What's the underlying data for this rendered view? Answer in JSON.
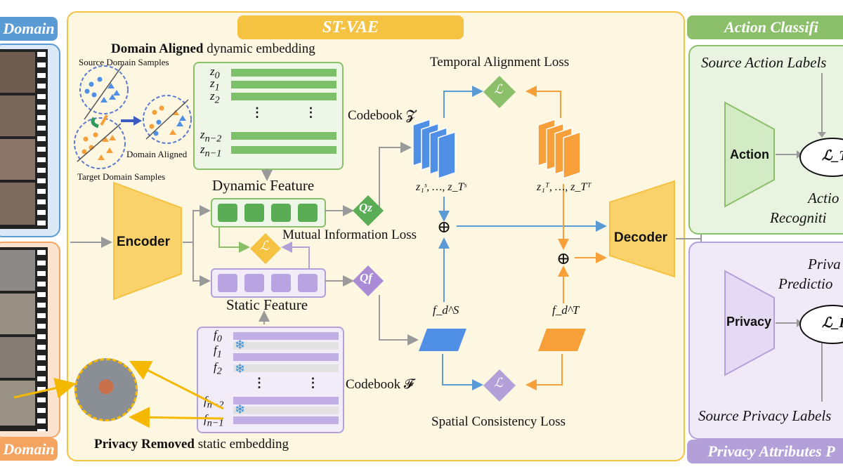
{
  "headers": {
    "left_domain_top": "Domain",
    "left_domain_bottom": "Domain",
    "stvae": "ST-VAE",
    "action_classifier": "Action Classifi",
    "privacy_attrs": "Privacy Attributes P"
  },
  "domain_align": {
    "title_bold": "Domain Aligned",
    "title_rest": " dynamic embedding",
    "source_label": "Source Domain Samples",
    "target_label": "Target Domain Samples",
    "aligned_label": "Domain Aligned"
  },
  "codebook_z": {
    "rows": [
      "z0",
      "z1",
      "z2",
      "zn-2",
      "zn-1"
    ],
    "label": "Codebook 𝓩"
  },
  "codebook_f": {
    "rows": [
      "f0",
      "f1",
      "f2",
      "fn-2",
      "fn-1"
    ],
    "label": "Codebook 𝓕"
  },
  "dynamic_feature": "Dynamic Feature",
  "static_feature": "Static Feature",
  "encoder": "Encoder",
  "decoder": "Decoder",
  "qz": "Qz",
  "qf": "Qf",
  "losses": {
    "mutual": "Mutual Information Loss",
    "temporal": "Temporal Alignment Loss",
    "spatial": "Spatial Consistency Loss",
    "symbol": "ℒ"
  },
  "seq_source": "z₁ˢ, …, z_Tˢ",
  "seq_target": "z₁ᵀ, …, z_Tᵀ",
  "fd_source": "f_d^S",
  "fd_target": "f_d^T",
  "privacy_removed_bold": "Privacy Removed",
  "privacy_removed_rest": " static embedding",
  "right": {
    "source_action_labels": "Source Action Labels",
    "action": "Action",
    "loss_t": "ℒ_T",
    "action_recognition_1": "Actio",
    "action_recognition_2": "Recogniti",
    "privacy": "Privacy",
    "loss_b": "ℒ_B",
    "privacy_pred_1": "Priva",
    "privacy_pred_2": "Predictio",
    "source_privacy_labels": "Source Privacy Labels"
  },
  "colors": {
    "blue_header": "#5b9bd5",
    "orange_header": "#f4a460",
    "gold": "#f5c242",
    "green": "#8bbf6a",
    "purple": "#b4a0d9",
    "blue_feat": "#4f8fe6",
    "orange_feat": "#f7a03a"
  }
}
